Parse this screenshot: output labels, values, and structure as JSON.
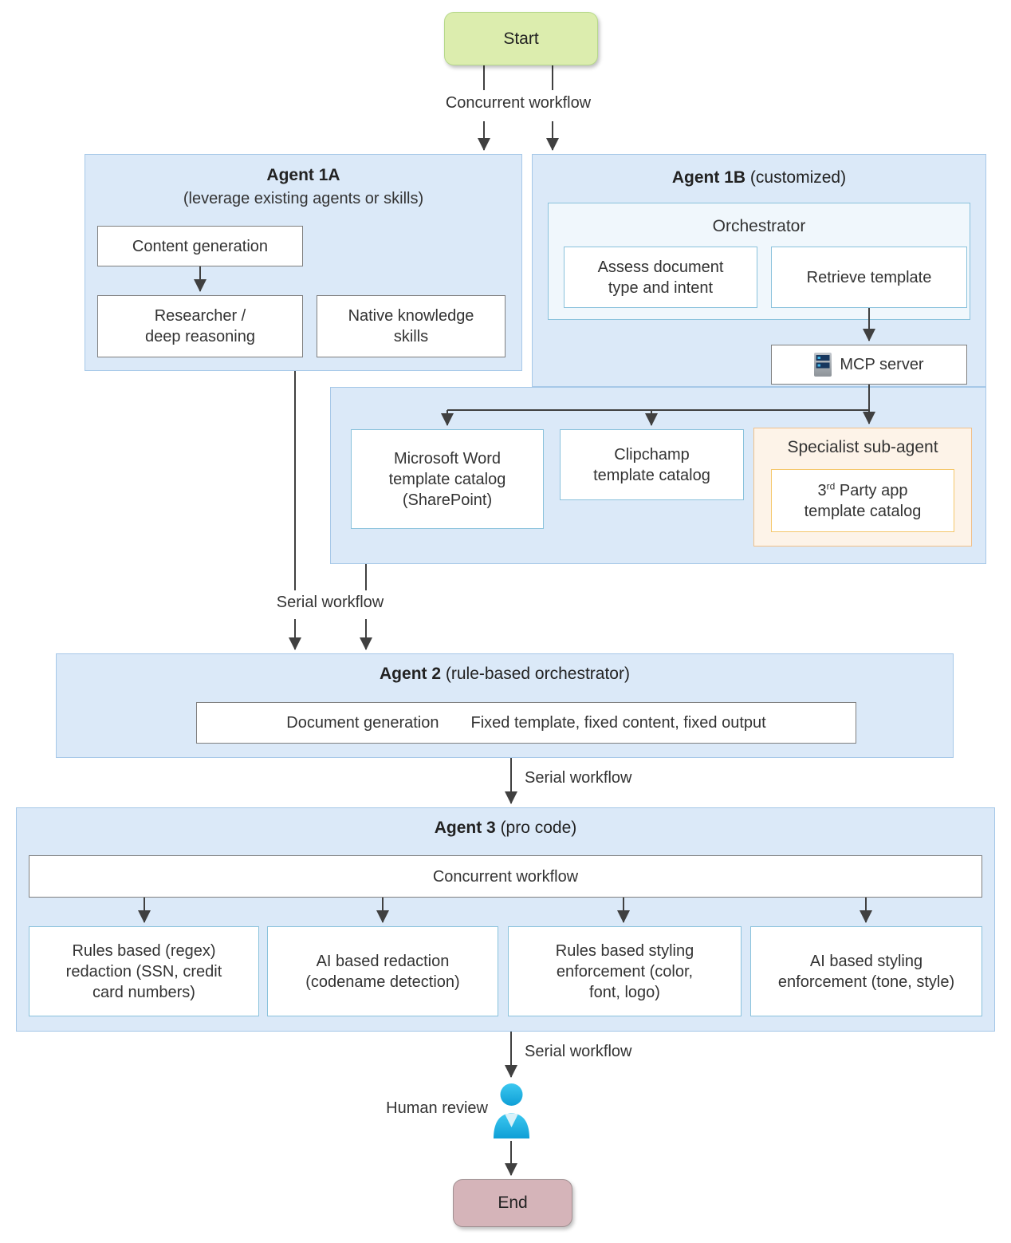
{
  "nodes": {
    "start": "Start",
    "end": "End"
  },
  "edge_labels": {
    "concurrent_top": "Concurrent workflow",
    "serial_left": "Serial workflow",
    "serial_mid": "Serial workflow",
    "serial_bottom": "Serial workflow",
    "human_review": "Human review"
  },
  "agent1a": {
    "title": "Agent 1A",
    "subtitle": "(leverage existing agents or skills)",
    "boxes": {
      "content_generation": "Content generation",
      "researcher": "Researcher /\ndeep reasoning",
      "native_skills": "Native knowledge\nskills"
    }
  },
  "agent1b": {
    "title": "Agent 1B",
    "title_note": "(customized)",
    "orchestrator": {
      "title": "Orchestrator",
      "assess": "Assess document\ntype and intent",
      "retrieve": "Retrieve template"
    },
    "mcp_server": "MCP server",
    "catalogs": {
      "word": "Microsoft Word\ntemplate catalog\n(SharePoint)",
      "clipchamp": "Clipchamp\ntemplate catalog",
      "specialist_title": "Specialist sub-agent",
      "third_party": {
        "base": "3",
        "sup": "rd",
        "rest": " Party app",
        "line2": "template catalog"
      }
    }
  },
  "agent2": {
    "title": "Agent 2",
    "title_note": "(rule-based orchestrator)",
    "doc_generation": "Document generation",
    "fixed": "Fixed template, fixed content, fixed output"
  },
  "agent3": {
    "title": "Agent 3",
    "title_note": "(pro code)",
    "concurrent": "Concurrent workflow",
    "boxes": {
      "regex_redaction": "Rules based (regex)\nredaction (SSN, credit\ncard numbers)",
      "ai_redaction": "AI based redaction\n(codename detection)",
      "rules_styling": "Rules based styling\nenforcement (color,\nfont, logo)",
      "ai_styling": "AI based styling\nenforcement (tone, style)"
    }
  }
}
